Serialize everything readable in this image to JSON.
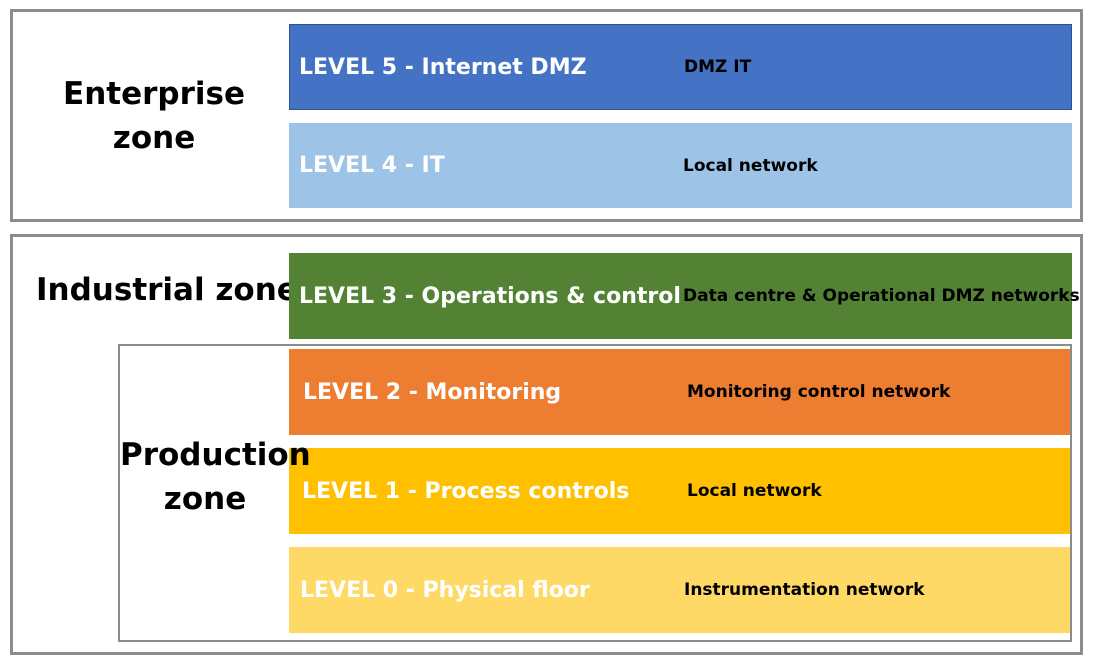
{
  "zones": {
    "enterprise": {
      "label": "Enterprise zone"
    },
    "industrial": {
      "label": "Industrial zone"
    },
    "production": {
      "label": "Production zone"
    }
  },
  "levels": [
    {
      "name": "LEVEL 5 - Internet DMZ",
      "network": "DMZ IT",
      "color": "#4472c4",
      "text_color": "#ffffff"
    },
    {
      "name": "LEVEL 4 - IT",
      "network": "Local network",
      "color": "#9dc3e6",
      "text_color": "#ffffff"
    },
    {
      "name": "LEVEL 3 - Operations & control",
      "network": "Data centre & Operational DMZ networks",
      "color": "#548235",
      "text_color": "#ffffff"
    },
    {
      "name": "LEVEL 2 - Monitoring",
      "network": "Monitoring control network",
      "color": "#ed7d31",
      "text_color": "#ffffff"
    },
    {
      "name": "LEVEL 1 - Process controls",
      "network": "Local network",
      "color": "#ffc000",
      "text_color": "#ffffff"
    },
    {
      "name": "LEVEL 0 - Physical floor",
      "network": "Instrumentation network",
      "color": "#ffd966",
      "text_color": "#ffffff"
    }
  ]
}
